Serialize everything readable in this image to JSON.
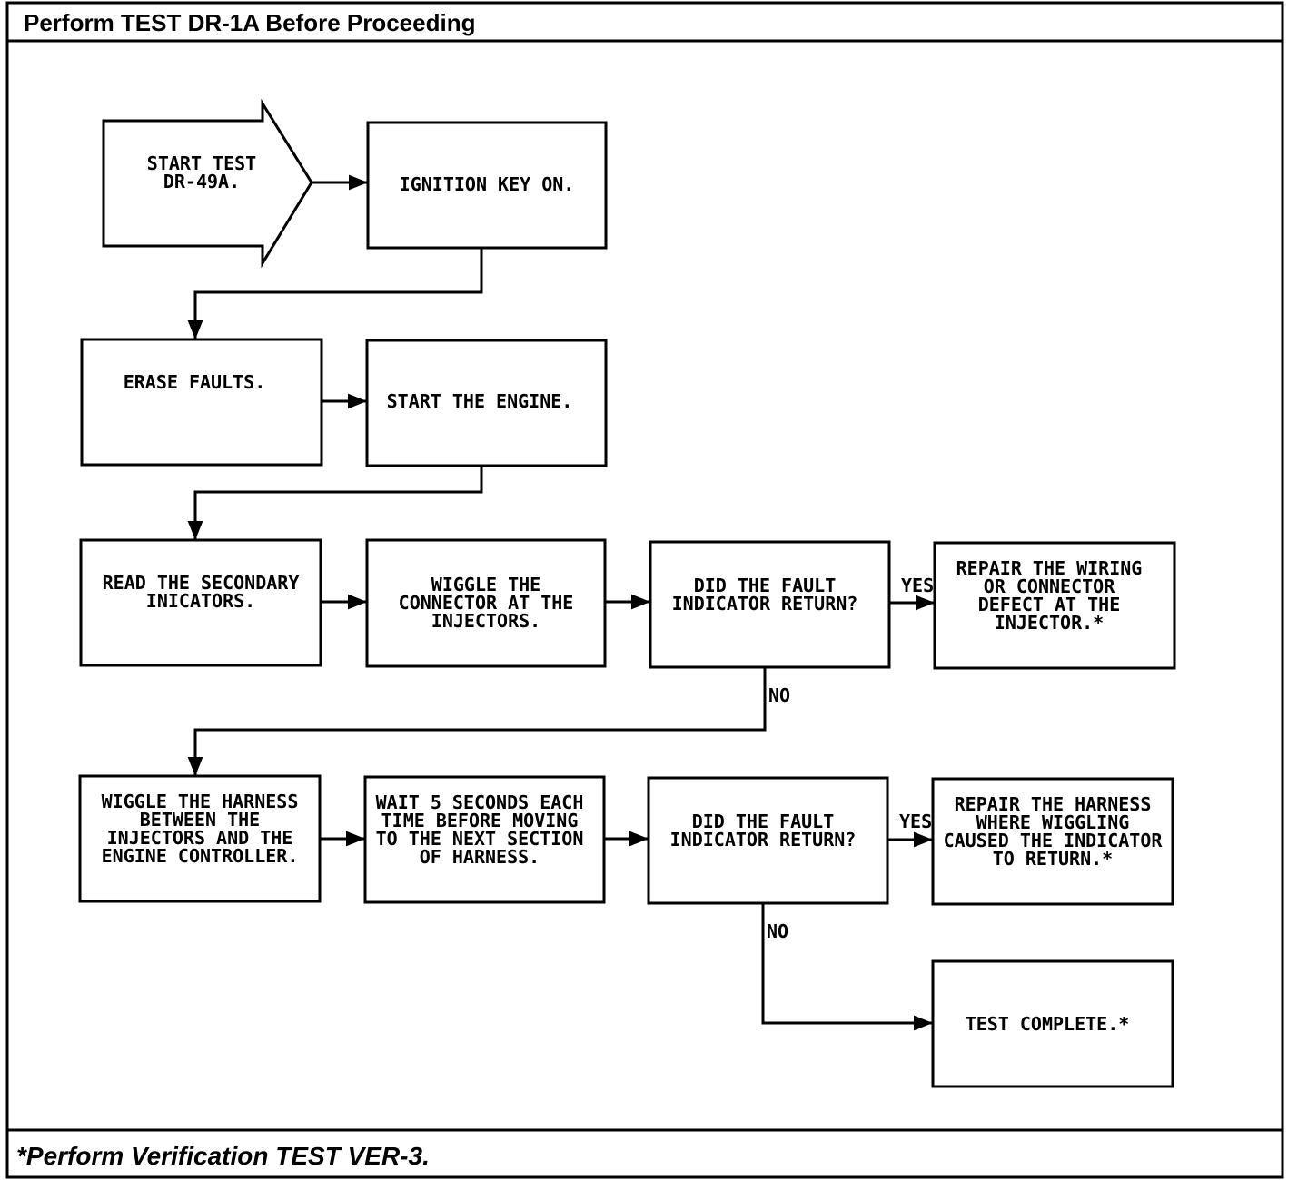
{
  "header": {
    "title": "Perform TEST DR-1A Before Proceeding"
  },
  "footer": {
    "note": "*Perform Verification TEST VER-3."
  },
  "nodes": {
    "start": [
      "START TEST",
      "DR-49A."
    ],
    "ignition": [
      "IGNITION KEY ON."
    ],
    "erase": [
      "ERASE FAULTS."
    ],
    "start_engine": [
      "START THE ENGINE."
    ],
    "read_secondary": [
      "READ THE SECONDARY",
      "INICATORS."
    ],
    "wiggle_connector": [
      "WIGGLE THE",
      "CONNECTOR AT THE",
      "INJECTORS."
    ],
    "decision1": [
      "DID THE FAULT",
      "INDICATOR RETURN?"
    ],
    "repair_wiring": [
      "REPAIR THE WIRING",
      "OR CONNECTOR",
      "DEFECT AT THE",
      "INJECTOR.*"
    ],
    "wiggle_harness": [
      "WIGGLE THE HARNESS",
      "BETWEEN THE",
      "INJECTORS AND THE",
      "ENGINE CONTROLLER."
    ],
    "wait": [
      "WAIT 5 SECONDS EACH",
      "TIME BEFORE MOVING",
      "TO THE NEXT SECTION",
      "OF HARNESS."
    ],
    "decision2": [
      "DID THE FAULT",
      "INDICATOR RETURN?"
    ],
    "repair_harness": [
      "REPAIR THE HARNESS",
      "WHERE WIGGLING",
      "CAUSED THE INDICATOR",
      "TO RETURN.*"
    ],
    "complete": [
      "TEST COMPLETE.*"
    ]
  },
  "labels": {
    "yes1": "YES",
    "no1": "NO",
    "yes2": "YES",
    "no2": "NO"
  }
}
